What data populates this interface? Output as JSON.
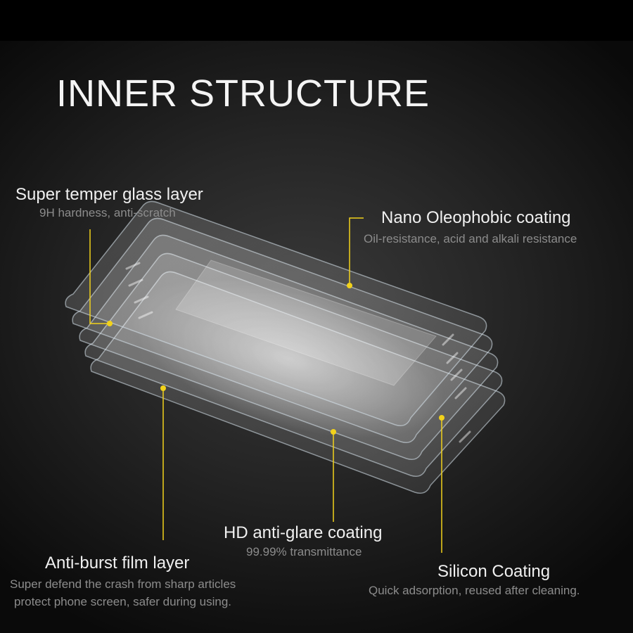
{
  "title": "INNER STRUCTURE",
  "callouts": {
    "glass": {
      "label": "Super temper glass layer",
      "sub": "9H hardness, anti-scratch"
    },
    "nano": {
      "label": "Nano Oleophobic coating",
      "sub": "Oil-resistance, acid and alkali resistance"
    },
    "hd": {
      "label": "HD anti-glare coating",
      "sub": "99.99% transmittance"
    },
    "burst": {
      "label": "Anti-burst film layer",
      "sub_line1": "Super defend the crash from sharp articles",
      "sub_line2": "protect phone screen, safer during using."
    },
    "silicon": {
      "label": "Silicon Coating",
      "sub": "Quick adsorption, reused after cleaning."
    }
  },
  "colors": {
    "background": "#000000",
    "leader_line": "#f2d21b",
    "title": "#f4f4f4",
    "label": "#f0f0f0",
    "sub_text": "#8c8c8c"
  }
}
